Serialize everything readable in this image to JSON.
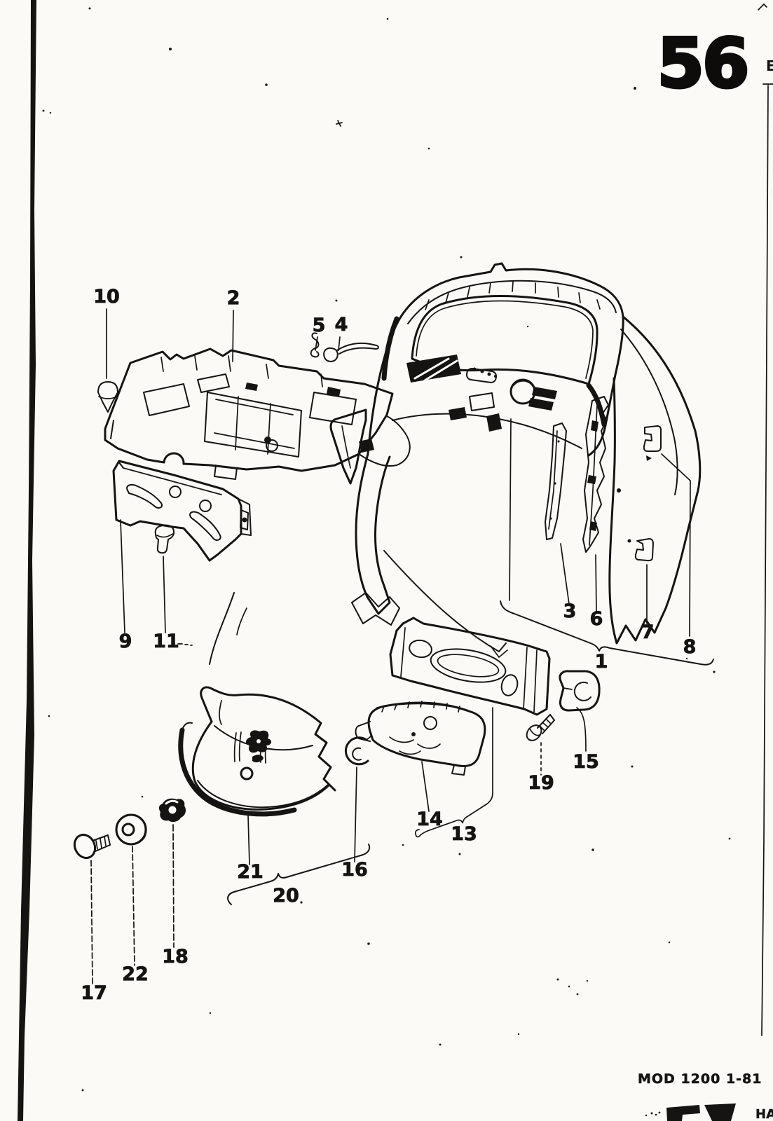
{
  "page": {
    "section_number": "56",
    "footer_code": "MOD 1200 1-81",
    "footer_right_text": "HA",
    "edge_letter": "E"
  },
  "callouts": {
    "1": "1",
    "2": "2",
    "3": "3",
    "4": "4",
    "5": "5",
    "6": "6",
    "7": "7",
    "8": "8",
    "9": "9",
    "10": "10",
    "11": "11",
    "13": "13",
    "14": "14",
    "15": "15",
    "16": "16",
    "17": "17",
    "18": "18",
    "19": "19",
    "20": "20",
    "21": "21",
    "22": "22"
  },
  "colors": {
    "ink": "#161412",
    "paper": "#fbfaf6"
  }
}
